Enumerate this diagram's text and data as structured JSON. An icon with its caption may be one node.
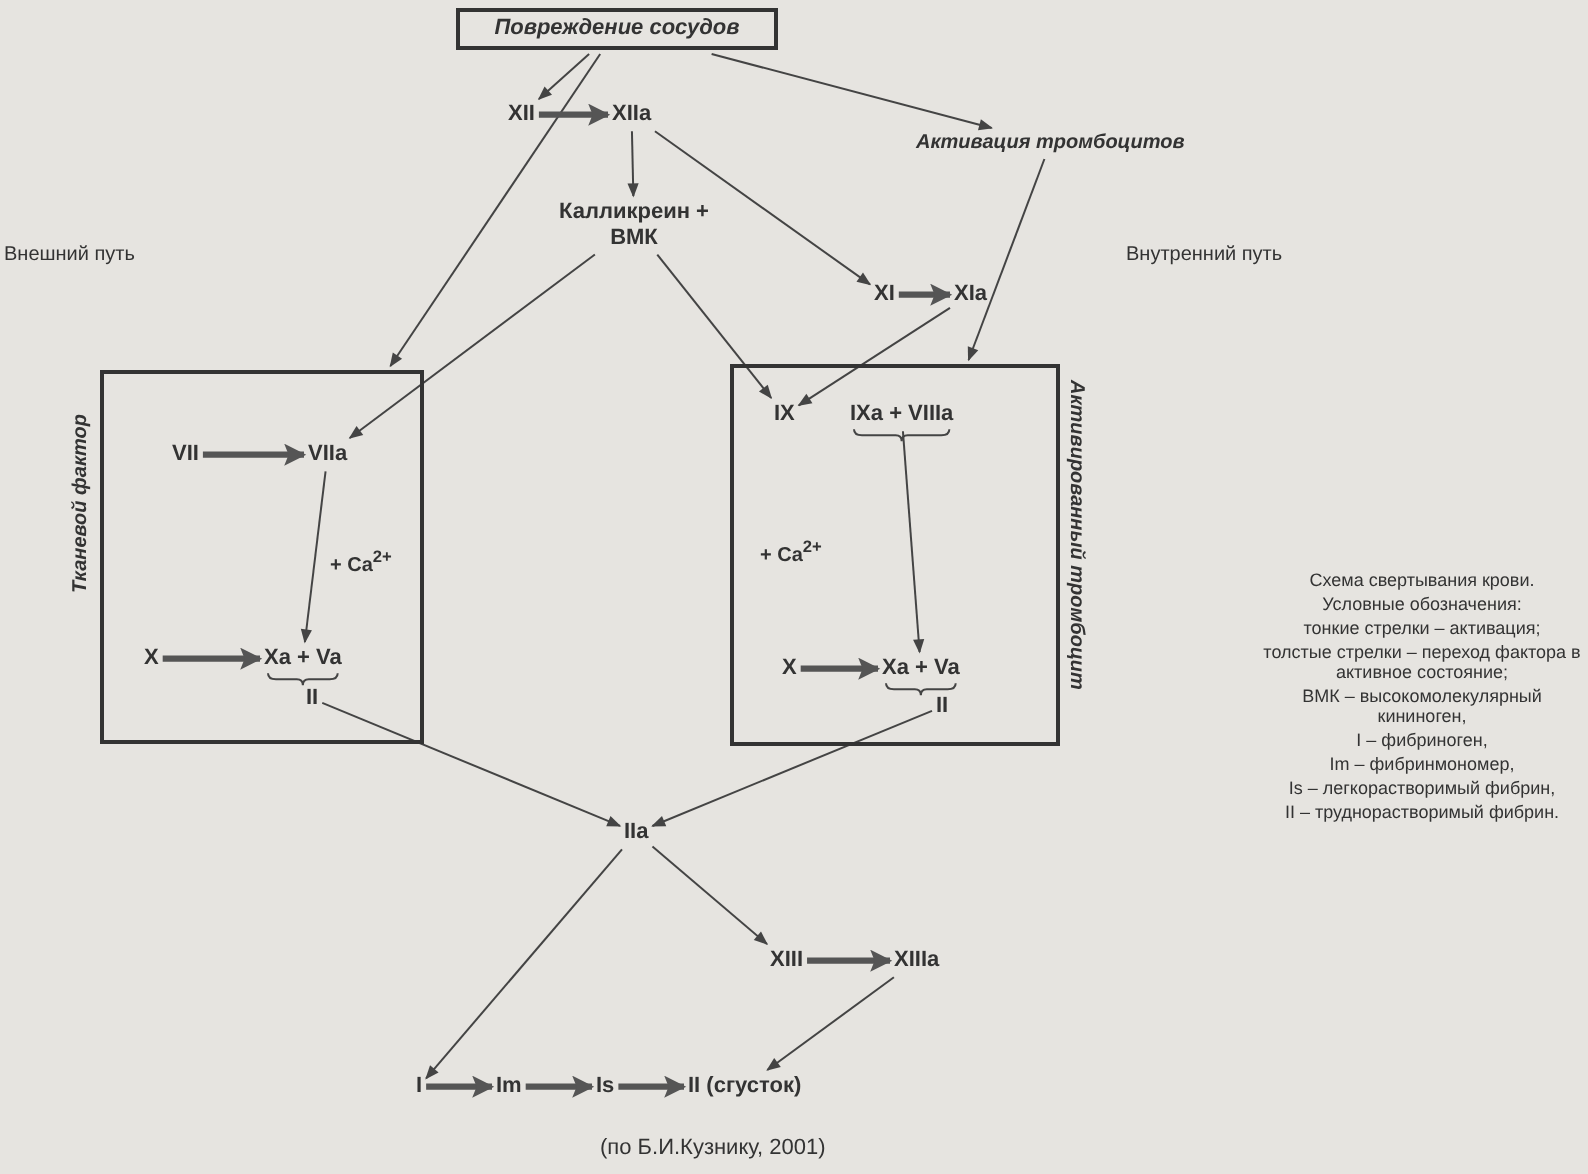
{
  "diagram": {
    "caption": "(по Б.И.Кузнику, 2001)",
    "nodes": [
      {
        "text": [
          "Повреждение сосудов"
        ]
      },
      {
        "text": [
          "XII"
        ]
      },
      {
        "text": [
          "XIIa"
        ]
      },
      {
        "text": [
          "Активация тромбоцитов"
        ]
      },
      {
        "text": [
          "Калликреин + ВМК"
        ]
      },
      {
        "text": [
          "XI"
        ]
      },
      {
        "text": [
          "XIa"
        ]
      },
      {
        "text": [
          "Тканевой фактор"
        ]
      },
      {
        "text": [
          "VII"
        ],
        "in": 7
      },
      {
        "text": [
          "VIIa"
        ],
        "in": 7
      },
      {
        "text": [
          "X"
        ],
        "in": 7
      },
      {
        "text": [
          "Xa + Va"
        ],
        "in": 7
      },
      {
        "text": [
          "II"
        ],
        "in": 7
      },
      {
        "text": [
          "Активированный тромбоцит"
        ]
      },
      {
        "text": [
          "IX"
        ],
        "in": 13
      },
      {
        "text": [
          "IXa + VIIIa"
        ],
        "in": 13
      },
      {
        "text": [
          "X"
        ],
        "in": 13
      },
      {
        "text": [
          "Xa + Va"
        ],
        "in": 13
      },
      {
        "text": [
          "II"
        ],
        "in": 13
      },
      {
        "text": [
          "IIa"
        ]
      },
      {
        "text": [
          "XIII"
        ]
      },
      {
        "text": [
          "XIIIa"
        ]
      },
      {
        "text": [
          "I"
        ]
      },
      {
        "text": [
          "Im"
        ]
      },
      {
        "text": [
          "Is"
        ]
      },
      {
        "text": [
          "II (сгусток)"
        ]
      }
    ],
    "edges": [
      {
        "from": 0,
        "to": 7,
        "arrow": "to"
      },
      {
        "from": 0,
        "to": 1,
        "arrow": "to"
      },
      {
        "from": 0,
        "to": 3,
        "arrow": "to"
      },
      {
        "from": 1,
        "to": 2,
        "arrow": "to",
        "style": "thick"
      },
      {
        "from": 2,
        "to": 4,
        "arrow": "to"
      },
      {
        "from": 2,
        "to": 5,
        "arrow": "to"
      },
      {
        "from": 5,
        "to": 6,
        "arrow": "to",
        "style": "thick"
      },
      {
        "from": 6,
        "to": 14,
        "arrow": "to"
      },
      {
        "from": 3,
        "to": 13,
        "arrow": "to"
      },
      {
        "from": 4,
        "to": 9,
        "arrow": "to"
      },
      {
        "from": 4,
        "to": 14,
        "arrow": "to"
      },
      {
        "from": 8,
        "to": 9,
        "arrow": "to",
        "style": "thick"
      },
      {
        "from": 9,
        "to": 11,
        "arrow": "to"
      },
      {
        "from": 10,
        "to": 11,
        "arrow": "to",
        "style": "thick"
      },
      {
        "from": 15,
        "to": 17,
        "arrow": "to"
      },
      {
        "from": 16,
        "to": 17,
        "arrow": "to",
        "style": "thick"
      },
      {
        "from": 12,
        "to": 19,
        "arrow": "to"
      },
      {
        "from": 18,
        "to": 19,
        "arrow": "to"
      },
      {
        "from": 19,
        "to": 22,
        "arrow": "to"
      },
      {
        "from": 19,
        "to": 20,
        "arrow": "to"
      },
      {
        "from": 20,
        "to": 21,
        "arrow": "to",
        "style": "thick"
      },
      {
        "from": 21,
        "to": 25,
        "arrow": "to"
      },
      {
        "from": 22,
        "to": 23,
        "arrow": "to",
        "style": "thick"
      },
      {
        "from": 23,
        "to": 24,
        "arrow": "to",
        "style": "thick"
      },
      {
        "from": 24,
        "to": 25,
        "arrow": "to",
        "style": "thick"
      }
    ],
    "labels": [
      "Внешний путь",
      "Внутренний путь",
      "+ Ca$^{2+}$",
      "+ Ca$^{2+}$",
      "Схема свертывания крови.",
      "Условные обозначения:",
      "тонкие стрелки – активация;",
      "толстые стрелки – переход фактора в активное состояние;",
      "ВМК – высокомолекулярный кининоген,",
      "I – фибриноген,",
      "Im – фибринмономер,",
      "Is – легкорастворимый фибрин,",
      "II – труднорастворимый фибрин."
    ]
  }
}
